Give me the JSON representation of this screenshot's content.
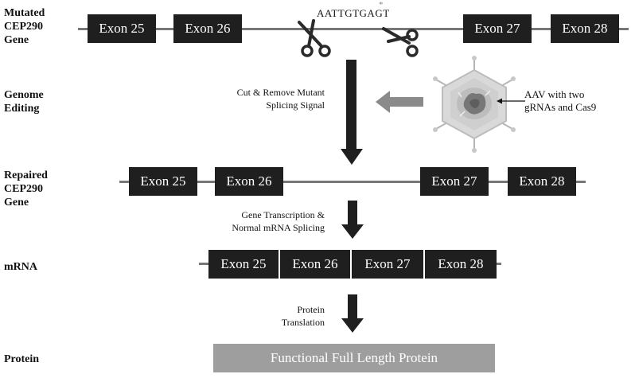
{
  "rows": {
    "mutated": "Mutated\nCEP290\nGene",
    "editing": "Genome\nEditing",
    "repaired": "Repaired\nCEP290\nGene",
    "mrna": "mRNA",
    "protein": "Protein"
  },
  "exons": {
    "e25": "Exon 25",
    "e26": "Exon 26",
    "e27": "Exon 27",
    "e28": "Exon 28"
  },
  "sequence": "AATTGTGAGT",
  "mutation_marker": "*",
  "captions": {
    "cut": "Cut & Remove Mutant\nSplicing Signal",
    "transcription": "Gene Transcription &\nNormal mRNA Splicing",
    "translation": "Protein\nTranslation"
  },
  "aav_label": "AAV with two\ngRNAs and Cas9",
  "protein_label": "Functional Full Length Protein",
  "colors": {
    "exon": "#1f1f1f",
    "gene_line": "#777777",
    "protein_bar": "#9e9e9e",
    "side_arrow": "#8a8a8a"
  },
  "icons": [
    "scissors-icon",
    "aav-virus-icon",
    "down-arrow-icon",
    "left-arrow-icon"
  ]
}
